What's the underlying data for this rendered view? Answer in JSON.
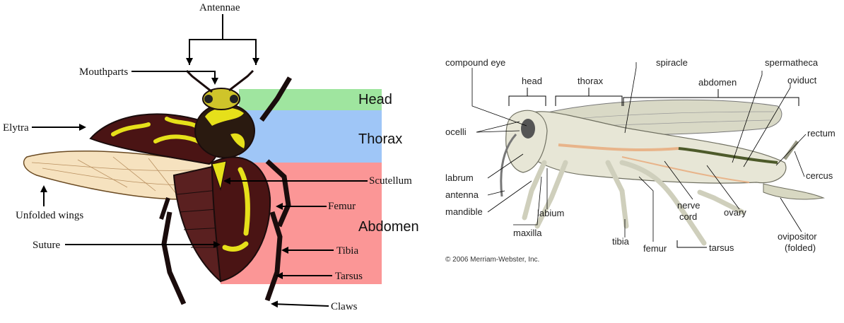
{
  "beetle": {
    "bands": [
      {
        "label": "Head",
        "color": "#9fe59f"
      },
      {
        "label": "Thorax",
        "color": "#9fc6f7"
      },
      {
        "label": "Abdomen",
        "color": "#fb9696"
      }
    ],
    "labels": {
      "antennae": "Antennae",
      "mouthparts": "Mouthparts",
      "elytra": "Elytra",
      "unfolded_wings": "Unfolded wings",
      "scutellum": "Scutellum",
      "femur": "Femur",
      "suture": "Suture",
      "tibia": "Tibia",
      "tarsus": "Tarsus",
      "claws": "Claws"
    },
    "colors": {
      "body": "#4a1414",
      "stripes": "#e6e01a",
      "wing": "#f6e2bf"
    }
  },
  "grasshopper": {
    "labels": {
      "compound_eye": "compound eye",
      "head": "head",
      "thorax": "thorax",
      "spiracle": "spiracle",
      "abdomen": "abdomen",
      "spermatheca": "spermatheca",
      "oviduct": "oviduct",
      "ocelli": "ocelli",
      "rectum": "rectum",
      "labrum": "labrum",
      "cercus": "cercus",
      "antenna": "antenna",
      "mandible": "mandible",
      "labium": "labium",
      "nerve_cord": "nerve",
      "nerve_cord_2": "cord",
      "ovary": "ovary",
      "ovipositor": "ovipositor",
      "ovipositor_2": "(folded)",
      "maxilla": "maxilla",
      "tibia": "tibia",
      "femur": "femur",
      "tarsus": "tarsus"
    },
    "copyright": "© 2006 Merriam-Webster, Inc."
  }
}
